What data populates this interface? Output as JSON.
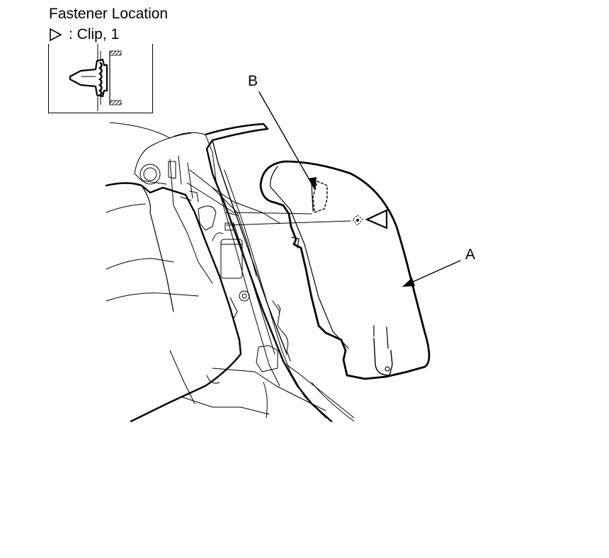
{
  "legend": {
    "title": "Fastener Location",
    "clip_label": ": Clip, 1",
    "clip_symbol": "triangle-outline-icon"
  },
  "callouts": {
    "a": "A",
    "b": "B"
  },
  "colors": {
    "line": "#000000",
    "background": "#ffffff"
  }
}
